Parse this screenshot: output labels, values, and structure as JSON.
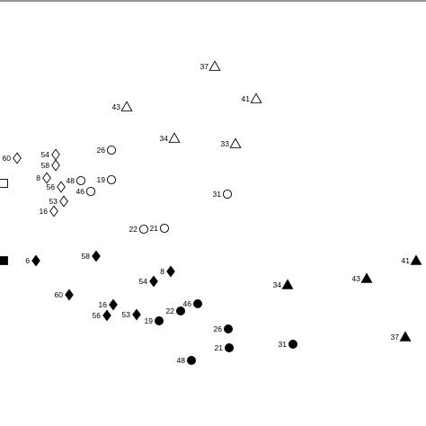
{
  "chart_data": {
    "type": "scatter",
    "title": "",
    "xlabel": "",
    "ylabel": "",
    "xlim": [
      0,
      474
    ],
    "ylim": [
      0,
      474
    ],
    "grid": false,
    "legend": "none",
    "marker_color": "#000000",
    "series": [
      {
        "marker": "open-triangle",
        "points": [
          {
            "label": "37",
            "x": 239,
            "y": 400
          },
          {
            "label": "41",
            "x": 285,
            "y": 364
          },
          {
            "label": "43",
            "x": 141,
            "y": 355
          },
          {
            "label": "34",
            "x": 194,
            "y": 320
          },
          {
            "label": "33",
            "x": 262,
            "y": 314
          }
        ]
      },
      {
        "marker": "open-circle",
        "points": [
          {
            "label": "26",
            "x": 124,
            "y": 307
          },
          {
            "label": "48",
            "x": 90,
            "y": 273
          },
          {
            "label": "19",
            "x": 124,
            "y": 274
          },
          {
            "label": "46",
            "x": 101,
            "y": 261
          },
          {
            "label": "31",
            "x": 253,
            "y": 258
          },
          {
            "label": "22",
            "x": 160,
            "y": 219
          },
          {
            "label": "21",
            "x": 183,
            "y": 220
          }
        ]
      },
      {
        "marker": "open-diamond",
        "points": [
          {
            "label": "60",
            "x": 19,
            "y": 298
          },
          {
            "label": "54",
            "x": 62,
            "y": 302
          },
          {
            "label": "58",
            "x": 62,
            "y": 290
          },
          {
            "label": "8",
            "x": 52,
            "y": 276
          },
          {
            "label": "56",
            "x": 68,
            "y": 266
          },
          {
            "label": "53",
            "x": 71,
            "y": 250
          },
          {
            "label": "16",
            "x": 60,
            "y": 239
          }
        ]
      },
      {
        "marker": "open-square",
        "points": [
          {
            "label": "",
            "x": 4,
            "y": 270
          }
        ]
      },
      {
        "marker": "filled-square",
        "points": [
          {
            "label": "",
            "x": 4,
            "y": 184
          }
        ]
      },
      {
        "marker": "filled-diamond",
        "points": [
          {
            "label": "6",
            "x": 40,
            "y": 184
          },
          {
            "label": "58",
            "x": 107,
            "y": 189
          },
          {
            "label": "8",
            "x": 190,
            "y": 172
          },
          {
            "label": "54",
            "x": 171,
            "y": 161
          },
          {
            "label": "60",
            "x": 77,
            "y": 146
          },
          {
            "label": "16",
            "x": 126,
            "y": 135
          },
          {
            "label": "56",
            "x": 119,
            "y": 123
          },
          {
            "label": "53",
            "x": 152,
            "y": 124
          }
        ]
      },
      {
        "marker": "filled-circle",
        "points": [
          {
            "label": "46",
            "x": 220,
            "y": 136
          },
          {
            "label": "22",
            "x": 201,
            "y": 128
          },
          {
            "label": "19",
            "x": 177,
            "y": 117
          },
          {
            "label": "26",
            "x": 254,
            "y": 108
          },
          {
            "label": "21",
            "x": 255,
            "y": 87
          },
          {
            "label": "31",
            "x": 326,
            "y": 91
          },
          {
            "label": "48",
            "x": 213,
            "y": 73
          }
        ]
      },
      {
        "marker": "filled-triangle",
        "points": [
          {
            "label": "41",
            "x": 463,
            "y": 184
          },
          {
            "label": "43",
            "x": 408,
            "y": 164
          },
          {
            "label": "34",
            "x": 320,
            "y": 157
          },
          {
            "label": "37",
            "x": 451,
            "y": 99
          }
        ]
      }
    ]
  }
}
